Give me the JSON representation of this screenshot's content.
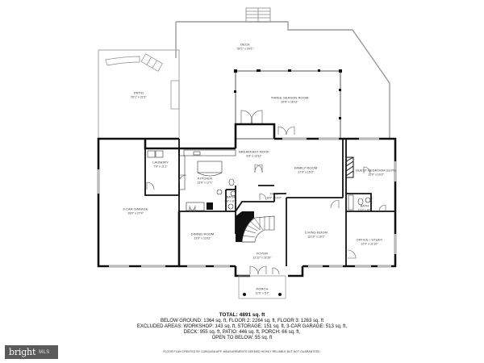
{
  "rooms": {
    "deck": {
      "name": "DECK",
      "dim": "50'1\" x 29'1\""
    },
    "patio": {
      "name": "PATIO",
      "dim": "20'1\" x 22'1\""
    },
    "three_season": {
      "name": "THREE SEASON ROOM",
      "dim": "20'6\" x 16'11\""
    },
    "laundry": {
      "name": "LAUNDRY",
      "dim": "7'9\" x 11'1\""
    },
    "kitchen": {
      "name": "KITCHEN",
      "dim": "13'9\" x 17'1\""
    },
    "breakfast": {
      "name": "BREAKFAST NOOK",
      "dim": "9'8\" x 13'11\""
    },
    "family": {
      "name": "FAMILY ROOM",
      "dim": "17'9\" x 15'3\""
    },
    "guest_suite": {
      "name": "GUEST BEDROOM SUITE",
      "dim": "12'9\" x 19'2\""
    },
    "bath1": {
      "name": "BATH",
      "dim": "3'8\" x 8'4\""
    },
    "hall": {
      "name": "HALL",
      "dim": "8'0\" x 10'0\""
    },
    "bath2": {
      "name": "BATH",
      "dim": "7'10\" x 8'0\""
    },
    "garage": {
      "name": "3-CAR GARAGE",
      "dim": "19'0\" x 27'4\""
    },
    "dining": {
      "name": "DINING ROOM",
      "dim": "13'9\" x 13'11\""
    },
    "living": {
      "name": "LIVING ROOM",
      "dim": "13'10\" x 16'1\""
    },
    "office": {
      "name": "OFFICE / STUDY",
      "dim": "12'0\" x 11'10\""
    },
    "foyer": {
      "name": "FOYER",
      "dim": "12'11\" x 11'10\""
    },
    "porch": {
      "name": "PORCH",
      "dim": "11'9\" x 5'7\""
    }
  },
  "summary": {
    "total": "TOTAL: 4891 sq. ft",
    "line1": "BELOW GROUND: 1364 sq. ft, FLOOR 2: 2264 sq. ft, FLOOR 3: 1263 sq. ft",
    "line2": "EXCLUDED AREAS: WORKSHOP: 143 sq. ft, STORAGE: 151 sq. ft, 3-CAR GARAGE: 513 sq. ft,",
    "line3": "DECK: 955 sq. ft, PATIO: 446 sq. ft, PORCH: 66 sq. ft,",
    "line4": "OPEN TO BELOW: 55 sq. ft"
  },
  "disclaimer": "FLOOR PLAN CREATED BY CUBICASA APP. MEASUREMENTS DEEMED HIGHLY RELIABLE BUT NOT GUARANTEED.",
  "logo": {
    "brand": "bright",
    "suffix": "MLS",
    "accent_color": "#d7252d",
    "bg_color": "#5a5a5a"
  }
}
